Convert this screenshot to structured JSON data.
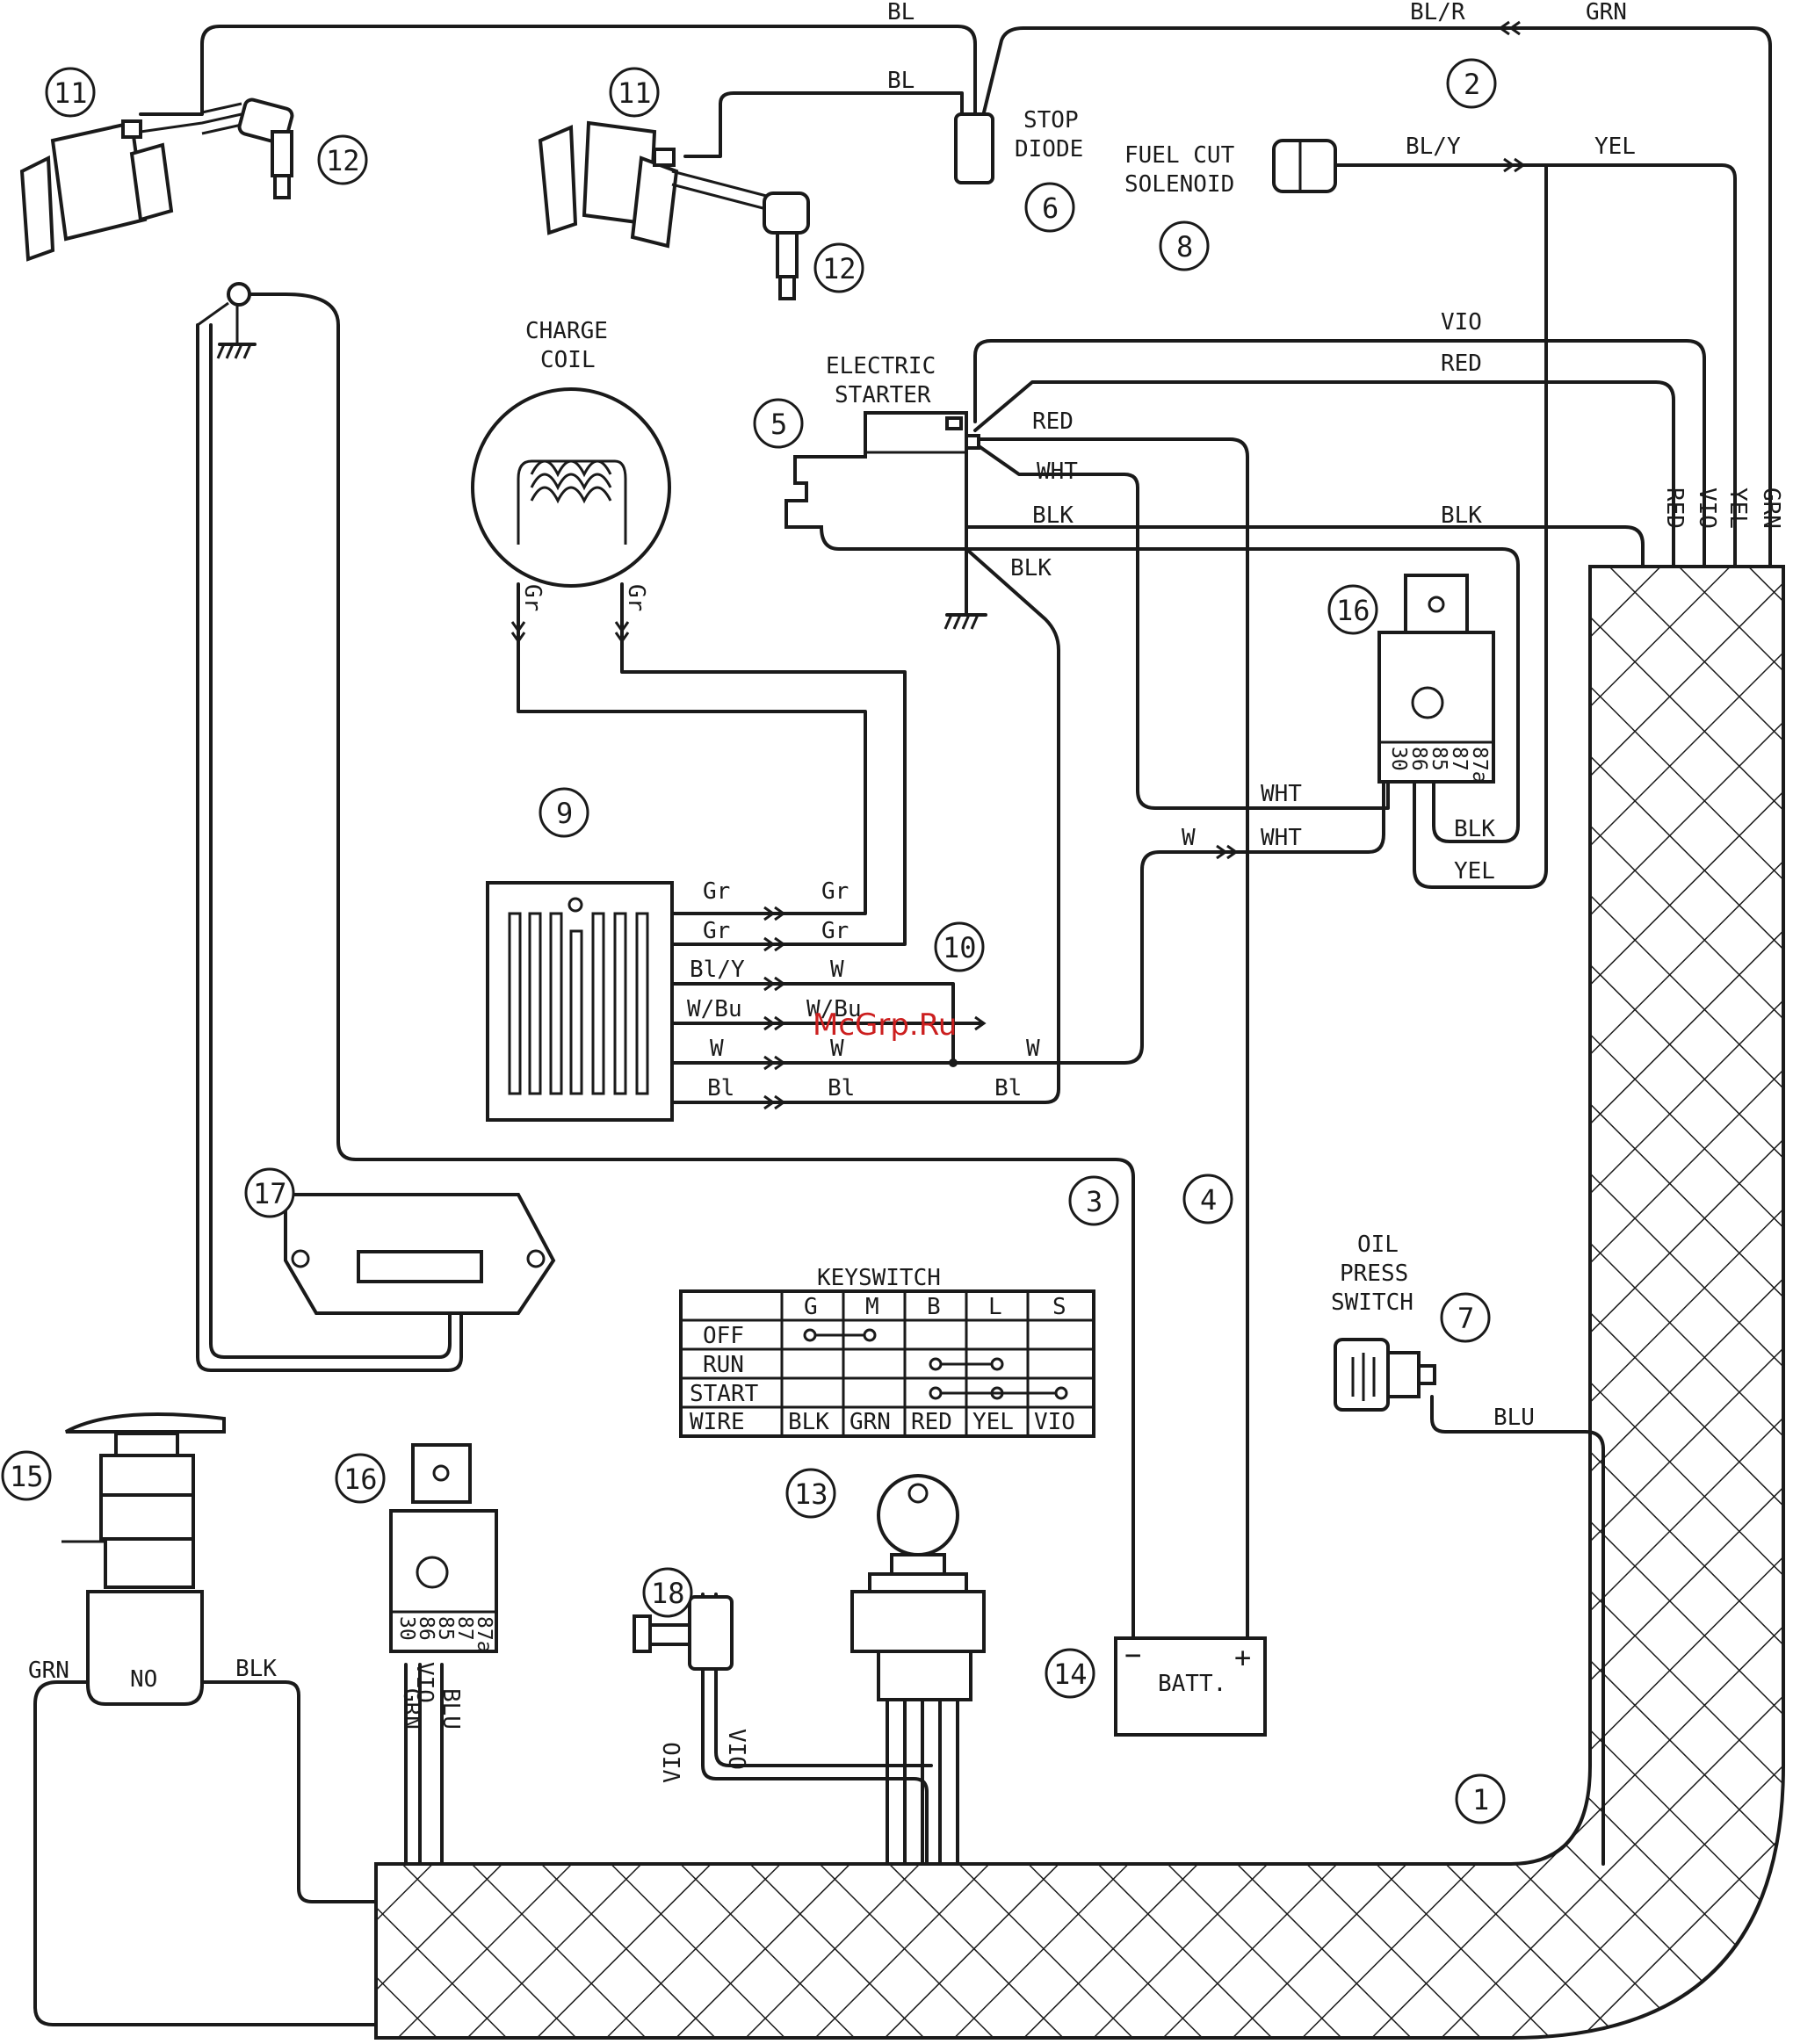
{
  "watermark": "McGrp.Ru",
  "callouts": [
    {
      "id": "c11a",
      "text": "11"
    },
    {
      "id": "c12a",
      "text": "12"
    },
    {
      "id": "c11b",
      "text": "11"
    },
    {
      "id": "c12b",
      "text": "12"
    },
    {
      "id": "c2",
      "text": "2"
    },
    {
      "id": "c6",
      "text": "6"
    },
    {
      "id": "c8",
      "text": "8"
    },
    {
      "id": "c5",
      "text": "5"
    },
    {
      "id": "c16a",
      "text": "16"
    },
    {
      "id": "c9",
      "text": "9"
    },
    {
      "id": "c10",
      "text": "10"
    },
    {
      "id": "c17",
      "text": "17"
    },
    {
      "id": "c3",
      "text": "3"
    },
    {
      "id": "c4",
      "text": "4"
    },
    {
      "id": "c7",
      "text": "7"
    },
    {
      "id": "c15",
      "text": "15"
    },
    {
      "id": "c16b",
      "text": "16"
    },
    {
      "id": "c13",
      "text": "13"
    },
    {
      "id": "c18",
      "text": "18"
    },
    {
      "id": "c14",
      "text": "14"
    },
    {
      "id": "c1",
      "text": "1"
    }
  ],
  "components": {
    "stop_diode": [
      "STOP",
      "DIODE"
    ],
    "fuel_cut_solenoid": [
      "FUEL CUT",
      "SOLENOID"
    ],
    "charge_coil": [
      "CHARGE",
      "COIL"
    ],
    "electric_starter": [
      "ELECTRIC",
      "STARTER"
    ],
    "oil_press_switch": [
      "OIL",
      "PRESS",
      "SWITCH"
    ],
    "battery": {
      "label": "BATT.",
      "neg": "−",
      "pos": "+"
    },
    "push_switch": "NO",
    "relay_pins": [
      "30",
      "86",
      "85",
      "87",
      "87a"
    ]
  },
  "wire_labels": {
    "top_bl": "BL",
    "top_blr": "BL/R",
    "top_grn": "GRN",
    "coil2_bl": "BL",
    "bly": "BL/Y",
    "yel": "YEL",
    "vio": "VIO",
    "red": "RED",
    "starter_red": "RED",
    "starter_wht": "WHT",
    "starter_blk": "BLK",
    "starter_blk2": "BLK",
    "right_blk": "BLK",
    "harness_red": "RED",
    "harness_vio": "VIO",
    "harness_yel": "YEL",
    "harness_grn": "GRN",
    "cc_gr_left": "Gr",
    "cc_gr_right": "Gr",
    "reg_gr1": "Gr",
    "reg_gr1b": "Gr",
    "reg_gr2": "Gr",
    "reg_gr2b": "Gr",
    "reg_bly": "Bl/Y",
    "reg_w1": "W",
    "reg_wbu": "W/Bu",
    "reg_wbu2": "W/Bu",
    "reg_w": "W",
    "reg_w2": "W",
    "reg_w3": "W",
    "reg_bl": "Bl",
    "reg_bl2": "Bl",
    "reg_bl3": "Bl",
    "relay_w": "W",
    "relay_wht1": "WHT",
    "relay_wht2": "WHT",
    "relay_blk": "BLK",
    "relay_yel": "YEL",
    "blu": "BLU",
    "grn_left": "GRN",
    "blk_left": "BLK",
    "relay2_vio": "VIO",
    "relay2_grn": "GRN",
    "relay2_blu": "BLU",
    "sol_vio1": "VIO",
    "sol_vio2": "VIO"
  },
  "keyswitch": {
    "title": "KEYSWITCH",
    "columns": [
      "G",
      "M",
      "B",
      "L",
      "S"
    ],
    "rows": [
      {
        "state": "OFF",
        "connect": [
          "G",
          "M"
        ]
      },
      {
        "state": "RUN",
        "connect": [
          "B",
          "L"
        ]
      },
      {
        "state": "START",
        "connect": [
          "B",
          "L",
          "S"
        ]
      }
    ],
    "wire_row_label": "WIRE",
    "wires": [
      "BLK",
      "GRN",
      "RED",
      "YEL",
      "VIO"
    ]
  },
  "colors": {
    "ink": "#1a1a1a",
    "paper": "#ffffff",
    "watermark": "#cc1f1f"
  }
}
